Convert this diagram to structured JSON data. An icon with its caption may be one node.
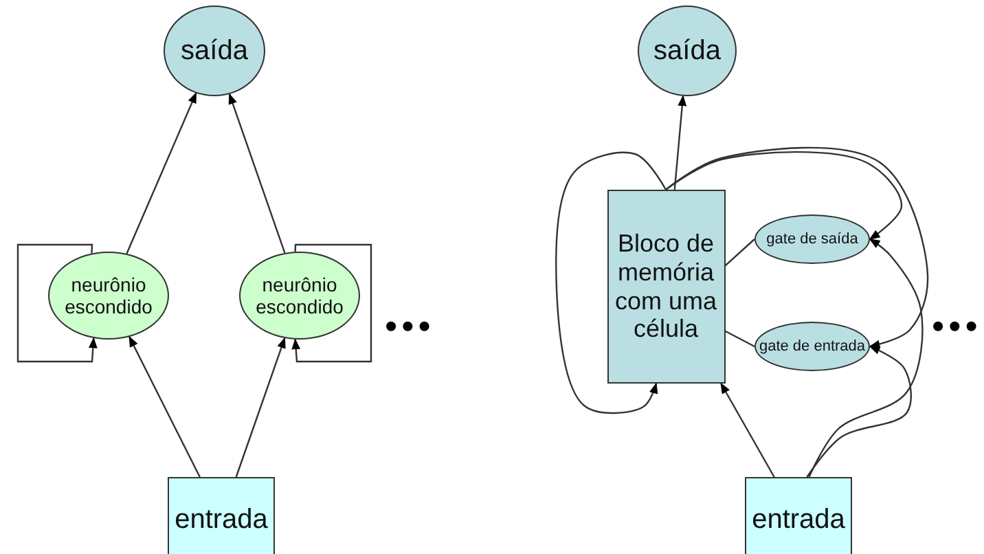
{
  "diagram": {
    "nodes": [
      {
        "text": [
          "saída"
        ]
      },
      {
        "text": [
          "neurônio escondido"
        ]
      },
      {
        "text": [
          "neurônio escondido"
        ]
      },
      {
        "text": [
          "entrada"
        ]
      },
      {
        "text": [
          "saída"
        ]
      },
      {
        "text": [
          "Bloco de memória com uma célula"
        ]
      },
      {
        "text": [
          "gate de saída"
        ]
      },
      {
        "text": [
          "gate de entrada"
        ]
      },
      {
        "text": [
          "entrada"
        ]
      }
    ],
    "edges": [
      {
        "from": 1,
        "to": 0,
        "arrow": "to"
      },
      {
        "from": 2,
        "to": 0,
        "arrow": "to"
      },
      {
        "from": 3,
        "to": 1,
        "arrow": "to"
      },
      {
        "from": 3,
        "to": 2,
        "arrow": "to"
      },
      {
        "from": 1,
        "to": 1,
        "arrow": "to"
      },
      {
        "from": 2,
        "to": 2,
        "arrow": "to"
      },
      {
        "from": 5,
        "to": 4,
        "arrow": "to"
      },
      {
        "from": 5,
        "to": 5,
        "arrow": "to"
      },
      {
        "from": 8,
        "to": 5,
        "arrow": "to"
      },
      {
        "from": 5,
        "to": 6,
        "arrow": "none"
      },
      {
        "from": 5,
        "to": 7,
        "arrow": "none"
      },
      {
        "from": 5,
        "to": 6,
        "arrow": "to"
      },
      {
        "from": 5,
        "to": 7,
        "arrow": "to"
      },
      {
        "from": 8,
        "to": 6,
        "arrow": "to"
      },
      {
        "from": 8,
        "to": 7,
        "arrow": "to"
      }
    ],
    "labels": [
      "•••",
      "•••"
    ]
  }
}
